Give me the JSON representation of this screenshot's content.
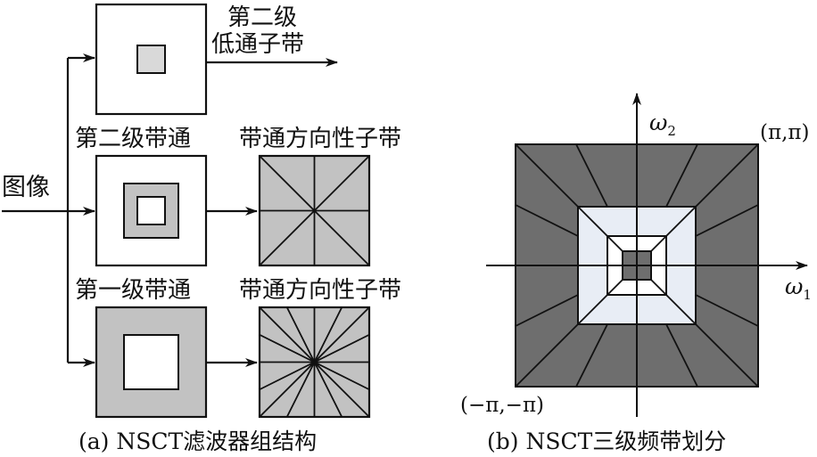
{
  "left_panel": {
    "input_label": "图像",
    "lowpass_label_line1": "第二级",
    "lowpass_label_line2": "低通子带",
    "level2_bandpass_label": "第二级带通",
    "level2_directional_label": "带通方向性子带",
    "level1_bandpass_label": "第一级带通",
    "level1_directional_label": "带通方向性子带",
    "caption": "(a) NSCT滤波器组结构",
    "level2_direction_count": 8,
    "level1_direction_count": 16
  },
  "right_panel": {
    "axis_x_label": "ω",
    "axis_x_subscript": "1",
    "axis_y_label": "ω",
    "axis_y_subscript": "2",
    "corner_top_right": "(π,π)",
    "corner_bottom_left": "(−π,−π)",
    "caption": "(b) NSCT三级频带划分",
    "outer_ring_direction_count": 16,
    "middle_ring_direction_count": 8,
    "inner_ring_direction_count": 4
  },
  "colors": {
    "stroke": "#111111",
    "light_gray": "#d9d9d9",
    "mid_gray": "#c2c2c2",
    "dark_gray": "#6e6e6e",
    "pale_blue": "#e8edf5",
    "white": "#ffffff"
  }
}
